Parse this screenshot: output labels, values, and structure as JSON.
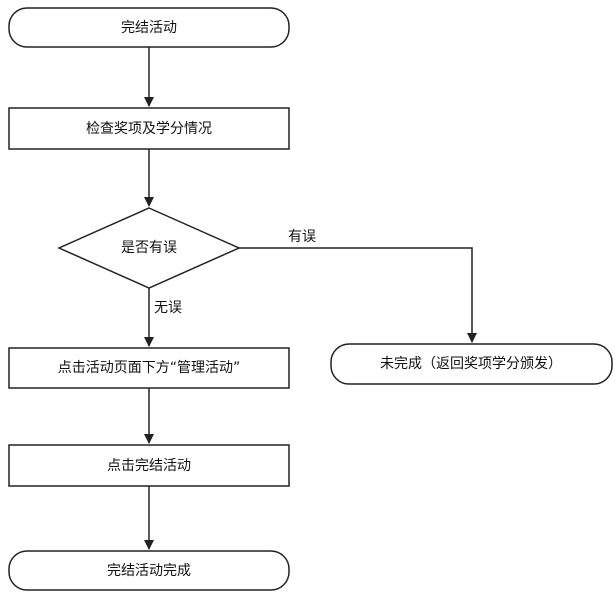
{
  "nodes": {
    "start": "完结活动",
    "check": "检查奖项及学分情况",
    "decision": "是否有误",
    "click_manage": "点击活动页面下方“管理活动”",
    "click_finish": "点击完结活动",
    "end": "完结活动完成",
    "not_done": "未完成（返回奖项学分颁发）"
  },
  "edges": {
    "has_error": "有误",
    "no_error": "无误"
  },
  "colors": {
    "stroke": "#222222",
    "fill": "#ffffff",
    "text": "#111111"
  }
}
